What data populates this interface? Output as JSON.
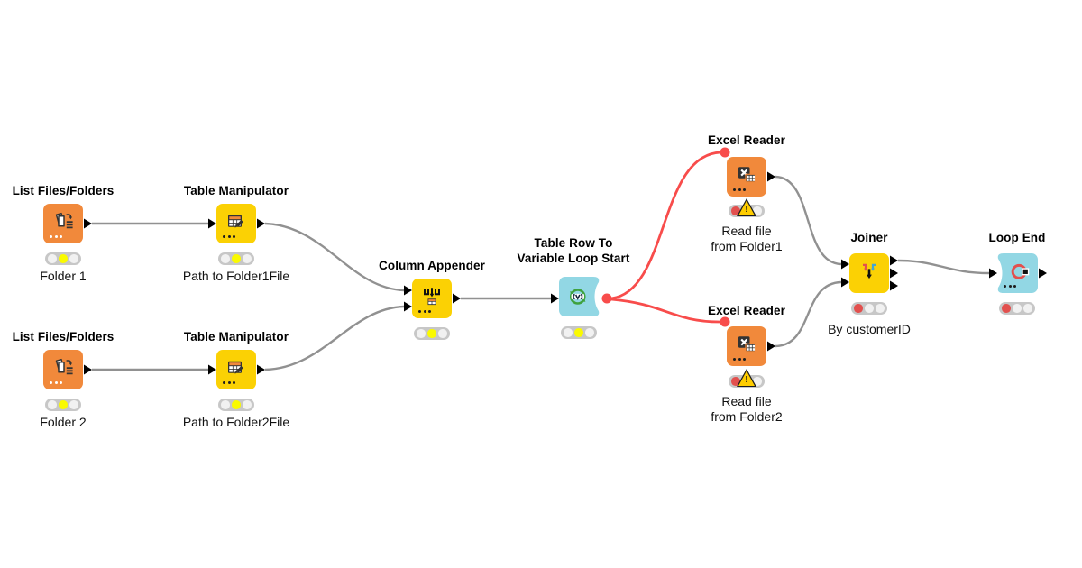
{
  "workflow": {
    "nodes": [
      {
        "title": "List Files/Folders",
        "subtitle": "Folder 1",
        "status": "configured"
      },
      {
        "title": "Table Manipulator",
        "subtitle": "Path to Folder1File",
        "status": "configured"
      },
      {
        "title": "List Files/Folders",
        "subtitle": "Folder 2",
        "status": "configured"
      },
      {
        "title": "Table Manipulator",
        "subtitle": "Path to Folder2File",
        "status": "configured"
      },
      {
        "title": "Column Appender",
        "subtitle": "",
        "status": "configured"
      },
      {
        "title": "Table Row To\nVariable Loop Start",
        "subtitle": "",
        "status": "configured"
      },
      {
        "title": "Excel Reader",
        "subtitle": "Read file\nfrom Folder1",
        "status": "error-warning"
      },
      {
        "title": "Excel Reader",
        "subtitle": "Read file\nfrom Folder2",
        "status": "error-warning"
      },
      {
        "title": "Joiner",
        "subtitle": "By customerID",
        "status": "error"
      },
      {
        "title": "Loop End",
        "subtitle": "",
        "status": "error"
      }
    ],
    "warning_mark": "!"
  },
  "colors": {
    "node-orange": "#F1893B",
    "node-yellow": "#FBD104",
    "node-cyan": "#92D7E4",
    "edge-gray": "#919191",
    "edge-red": "#F84C4B",
    "lamp-red": "#E2504E",
    "lamp-yellow": "#FAFA00",
    "lamp-off": "#F1F1F1",
    "traffic-bg": "#C7C7C7",
    "warn-yellow": "#FFCD00"
  }
}
